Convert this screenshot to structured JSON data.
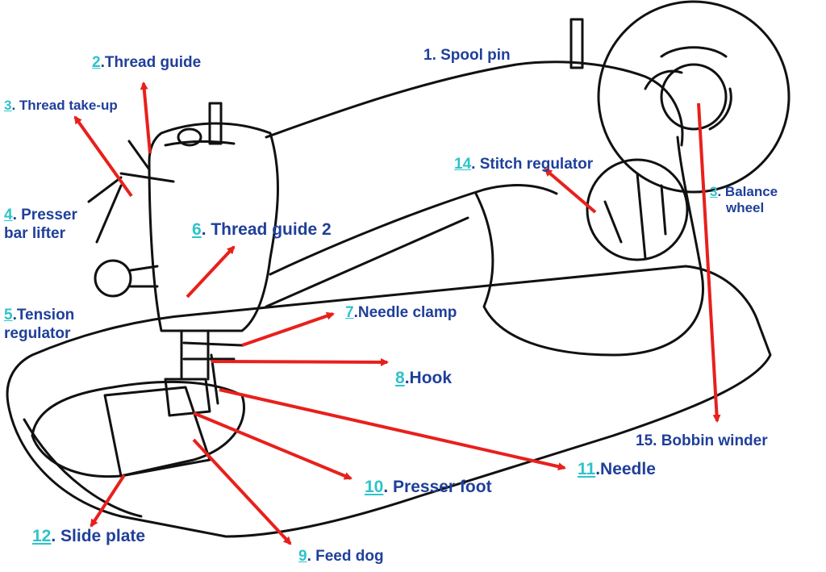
{
  "colors": {
    "line_art": "#111111",
    "label_text": "#1f3f9a",
    "part_number": "#2ec3c9",
    "arrow": "#e8201c"
  },
  "labels": {
    "spool_pin": {
      "text": "1.  Spool pin"
    },
    "thread_guide": {
      "num": "2",
      "text": ".Thread guide"
    },
    "thread_takeup": {
      "num": "3",
      "text": ". Thread take-up"
    },
    "presser_bar_lifter": {
      "num": "4",
      "text": ". Presser",
      "text2": "bar lifter"
    },
    "tension_regulator": {
      "num": "5",
      "text": ".Tension",
      "text2": "regulator"
    },
    "thread_guide_2": {
      "num": "6",
      "text": ". Thread guide  2"
    },
    "needle_clamp": {
      "num": "7",
      "text": ".Needle clamp"
    },
    "hook": {
      "num": "8",
      "text": ".Hook"
    },
    "feed_dog": {
      "num": "9",
      "text": ". Feed dog"
    },
    "presser_foot": {
      "num": "10",
      "text": ". Presser foot"
    },
    "needle": {
      "num": "11",
      "text": ".Needle"
    },
    "slide_plate": {
      "num": "12",
      "text": ". Slide  plate"
    },
    "balance_wheel": {
      "num": "3",
      "text": ". Balance",
      "text2": "wheel"
    },
    "stitch_regulator": {
      "num": "14",
      "text": ".  Stitch regulator"
    },
    "bobbin_winder": {
      "text": "15. Bobbin winder"
    }
  }
}
